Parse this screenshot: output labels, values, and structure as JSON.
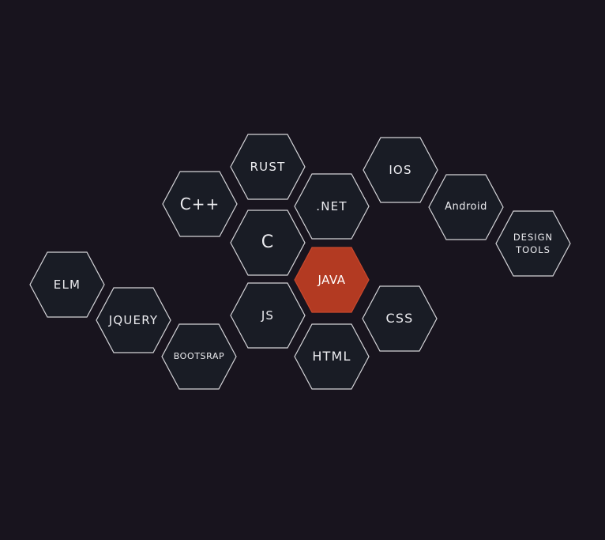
{
  "accent_color": "#b33a22",
  "background_color": "#18141e",
  "hexagons": [
    {
      "id": "rust",
      "label": "RUST",
      "active": false
    },
    {
      "id": "ios",
      "label": "IOS",
      "active": false
    },
    {
      "id": "cpp",
      "label": "C++",
      "active": false
    },
    {
      "id": "dotnet",
      "label": ".NET",
      "active": false
    },
    {
      "id": "android",
      "label": "Android",
      "active": false
    },
    {
      "id": "c",
      "label": "C",
      "active": false
    },
    {
      "id": "design",
      "label": "DESIGN\nTOOLS",
      "active": false
    },
    {
      "id": "elm",
      "label": "ELM",
      "active": false
    },
    {
      "id": "java",
      "label": "JAVA",
      "active": true
    },
    {
      "id": "jquery",
      "label": "JQUERY",
      "active": false
    },
    {
      "id": "js",
      "label": "JS",
      "active": false
    },
    {
      "id": "css",
      "label": "CSS",
      "active": false
    },
    {
      "id": "bootstrap",
      "label": "BOOTSRAP",
      "active": false
    },
    {
      "id": "html",
      "label": "HTML",
      "active": false
    }
  ]
}
